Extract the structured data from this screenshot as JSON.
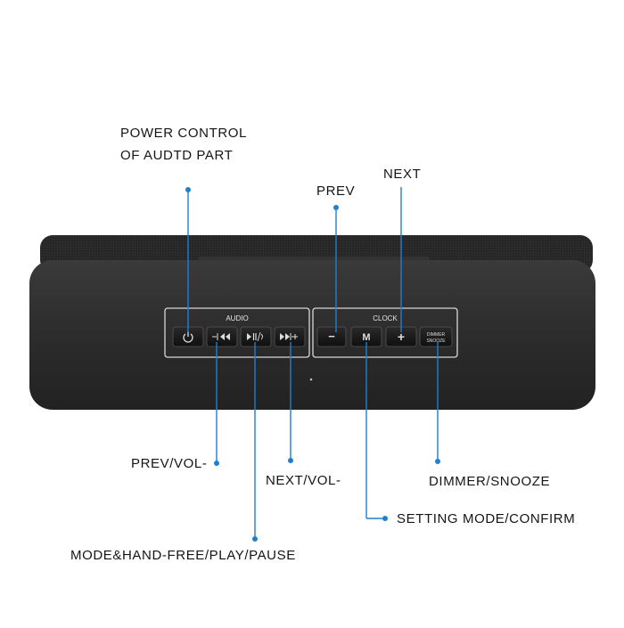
{
  "panels": {
    "audio_label": "AUDIO",
    "clock_label": "CLOCK"
  },
  "buttons": {
    "power": "power-icon",
    "prev": "prev-vol-icon",
    "play": "play-pause-icon",
    "next": "next-vol-icon",
    "minus": "−",
    "mode": "M",
    "plus": "+",
    "dimmer_line1": "DIMMER",
    "dimmer_line2": "SNOOZE"
  },
  "callouts": {
    "power_line1": "POWER CONTROL",
    "power_line2": "OF AUDTD PART",
    "prev": "PREV",
    "next": "NEXT",
    "prev_vol": "PREV/VOL-",
    "next_vol": "NEXT/VOL-",
    "dimmer_snooze": "DIMMER/SNOOZE",
    "setting_mode": "SETTING MODE/CONFIRM",
    "mode_play": "MODE&HAND-FREE/PLAY/PAUSE"
  },
  "colors": {
    "callout_line": "#1f7fd0",
    "speaker_body": "#2b2b2b",
    "button_face": "#1a1a1a",
    "panel_border": "#d8d8d8"
  }
}
